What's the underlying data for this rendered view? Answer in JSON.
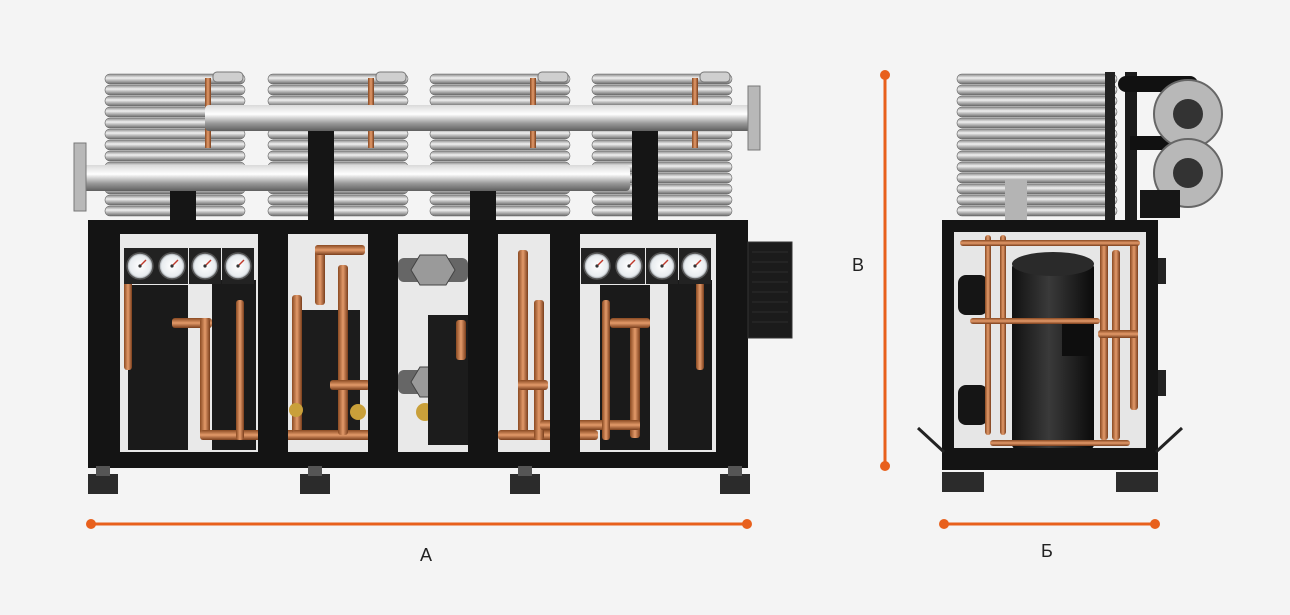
{
  "accent_color": "#e8601c",
  "dimensions": {
    "width_front": {
      "label": "А"
    },
    "width_side": {
      "label": "Б"
    },
    "height": {
      "label": "В"
    }
  },
  "views": {
    "front": {
      "gauges": 8,
      "units": 2
    },
    "side": {
      "gauges": 0
    }
  }
}
